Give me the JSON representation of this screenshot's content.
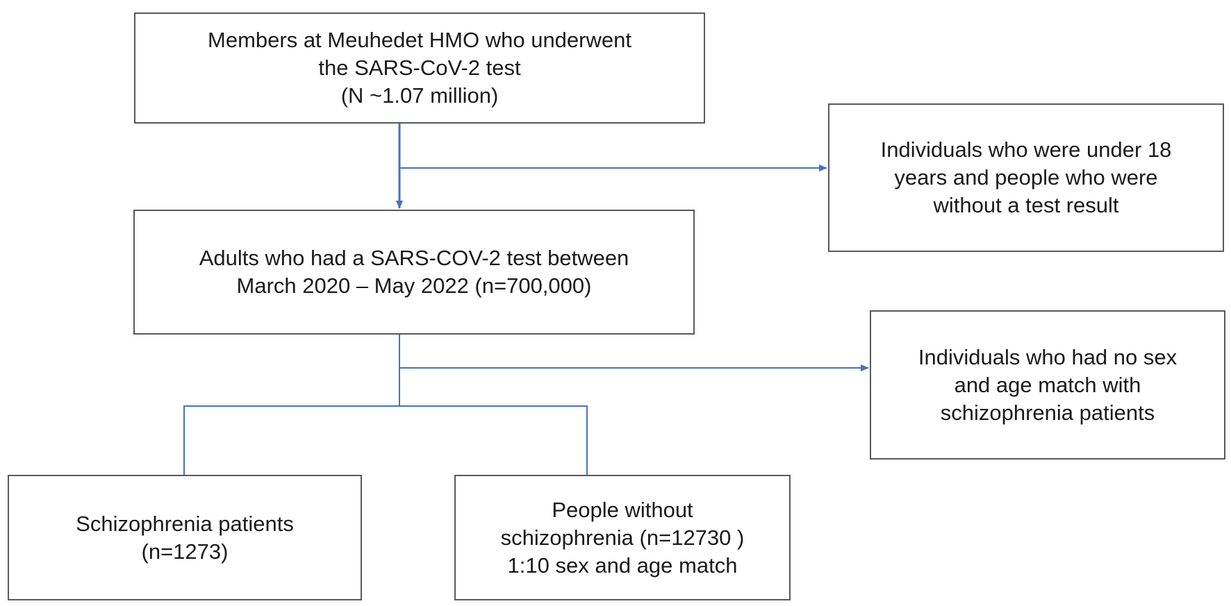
{
  "boxes": {
    "members": {
      "lines": [
        "Members at Meuhedet HMO who underwent",
        "the SARS-CoV-2 test",
        "(N ~1.07 million)"
      ]
    },
    "excluded_under18": {
      "lines": [
        "Individuals who were under 18",
        "years and people who were",
        "without a test result"
      ]
    },
    "adults": {
      "lines": [
        "Adults who had a SARS-COV-2 test between",
        "March 2020 – May 2022 (n=700,000)"
      ]
    },
    "excluded_nomatch": {
      "lines": [
        "Individuals who had no sex",
        "and age match with",
        "schizophrenia patients"
      ]
    },
    "schizophrenia": {
      "lines": [
        "Schizophrenia patients",
        "(n=1273)"
      ]
    },
    "controls": {
      "lines": [
        "People without",
        "schizophrenia (n=12730 )",
        "1:10 sex and age match"
      ]
    }
  },
  "colors": {
    "connector": "#4472C4",
    "box_border": "#595959"
  }
}
